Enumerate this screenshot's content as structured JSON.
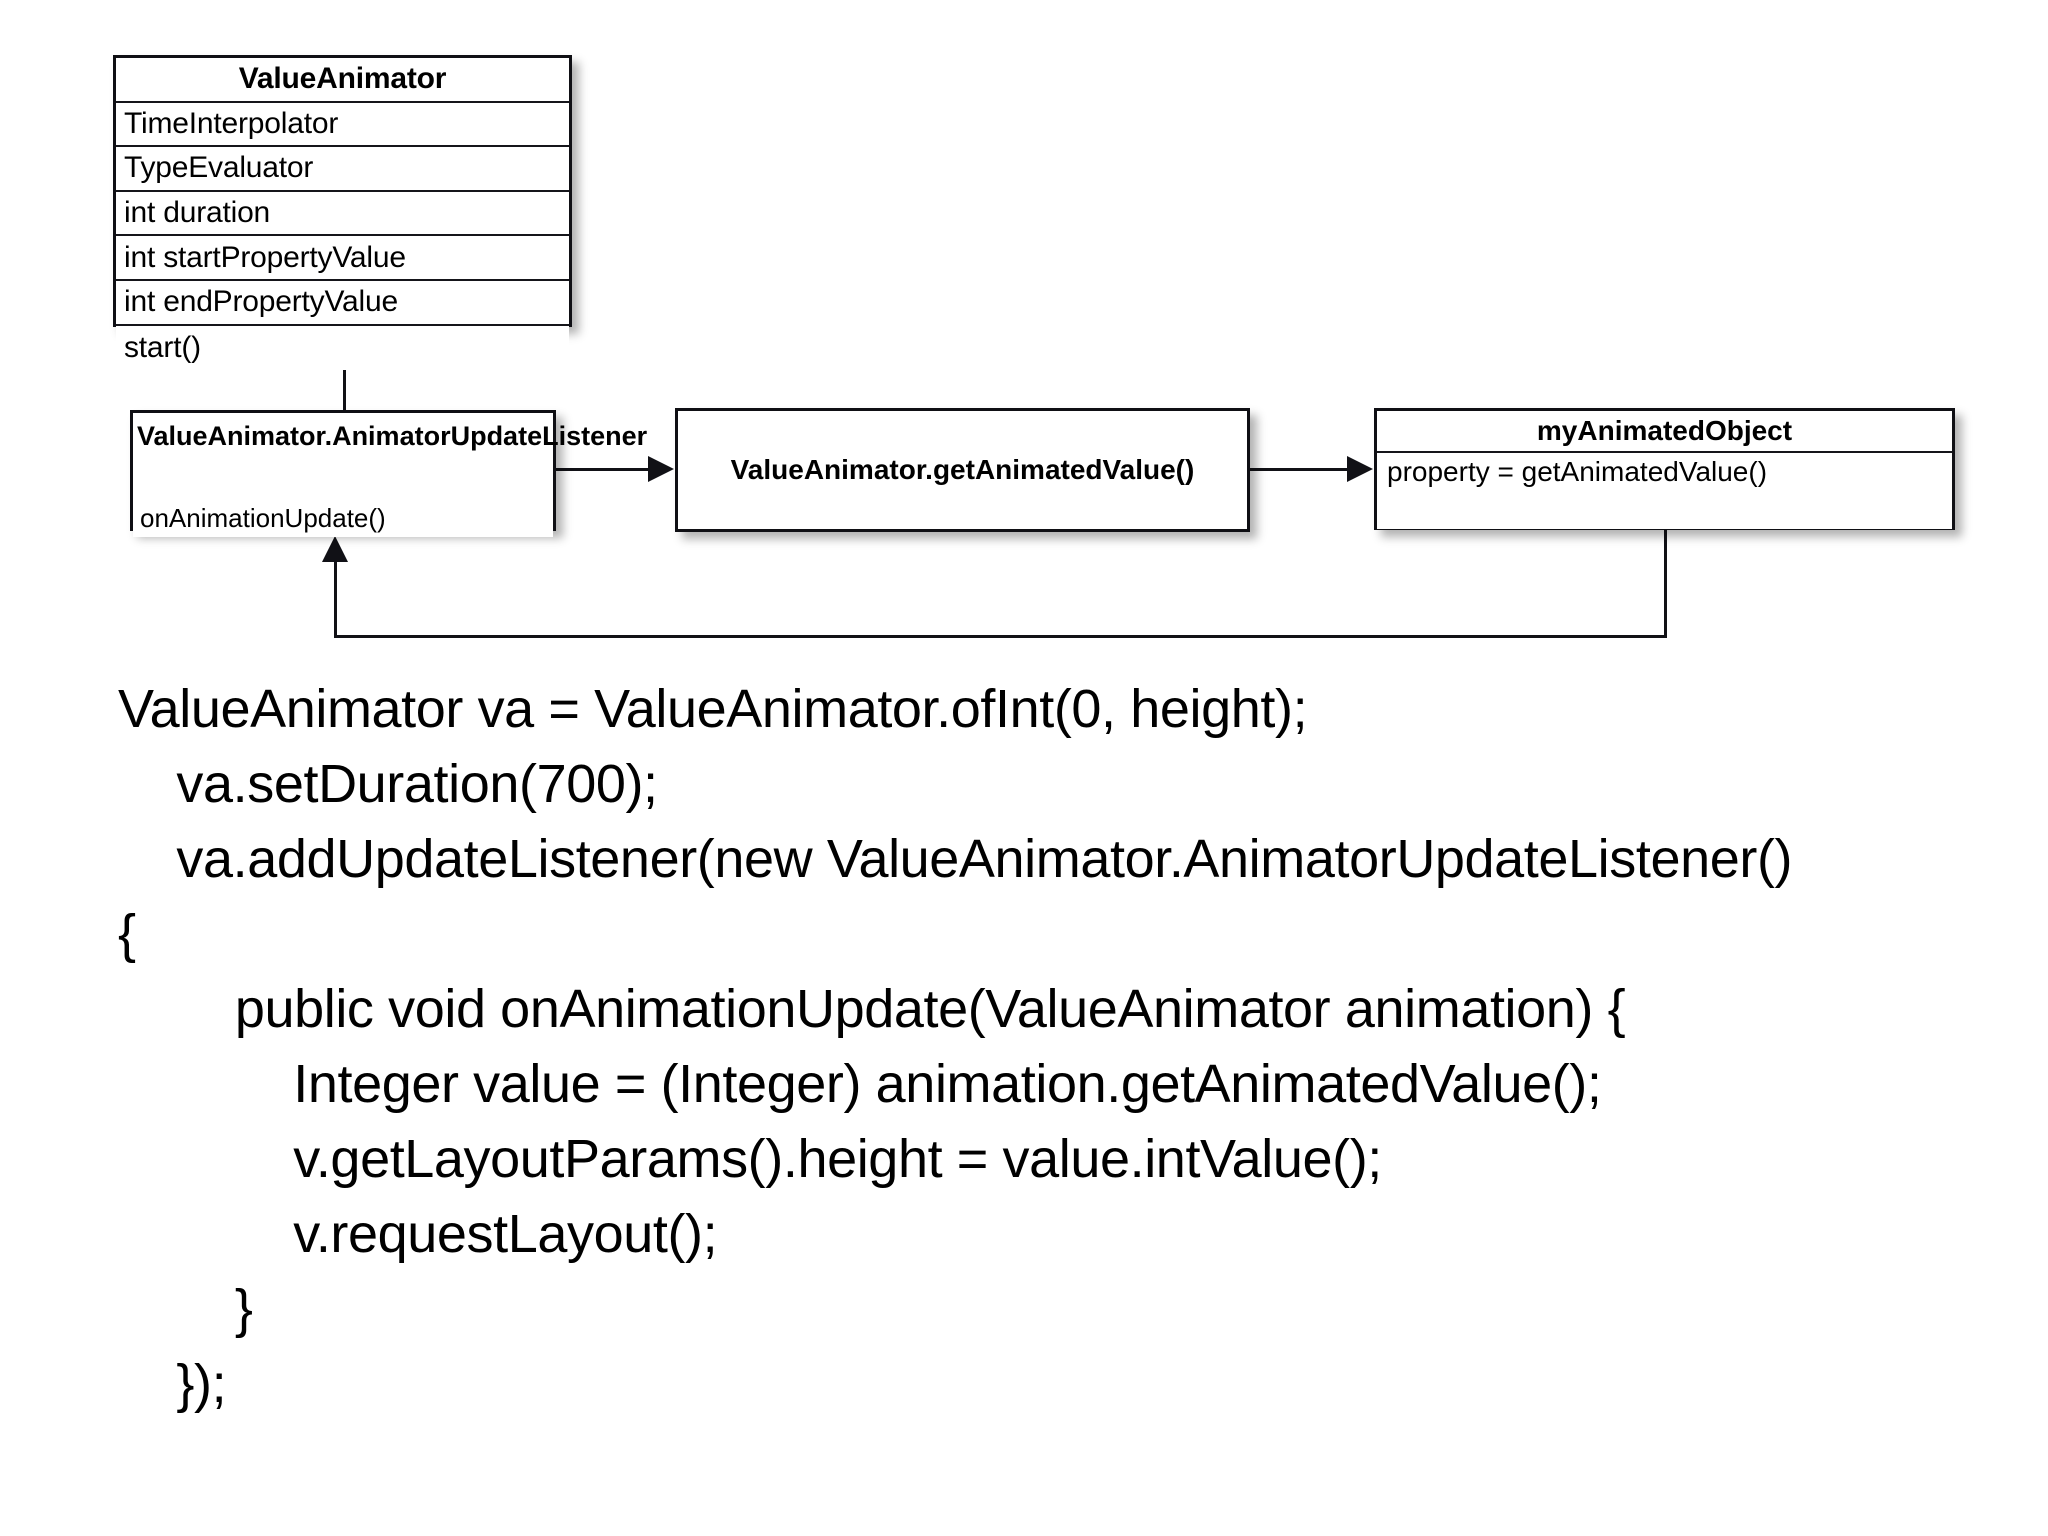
{
  "diagram": {
    "boxes": {
      "value_animator": {
        "title": "ValueAnimator",
        "rows": [
          "TimeInterpolator",
          "TypeEvaluator",
          "int duration",
          "int startPropertyValue",
          "int endPropertyValue",
          "start()"
        ]
      },
      "listener": {
        "title": "ValueAnimator.AnimatorUpdateListener",
        "rows": [
          "onAnimationUpdate()"
        ]
      },
      "get_animated_value": {
        "title": "ValueAnimator.getAnimatedValue()"
      },
      "my_animated_object": {
        "title": "myAnimatedObject",
        "rows": [
          "property = getAnimatedValue()"
        ]
      }
    },
    "connectors": [
      "value-animator-to-listener",
      "listener-to-get-animated-value",
      "get-animated-value-to-my-animated-object",
      "my-animated-object-feedback-to-listener"
    ]
  },
  "code": {
    "lines": [
      "ValueAnimator va = ValueAnimator.ofInt(0, height);",
      "    va.setDuration(700);",
      "    va.addUpdateListener(new ValueAnimator.AnimatorUpdateListener()",
      "{",
      "        public void onAnimationUpdate(ValueAnimator animation) {",
      "            Integer value = (Integer) animation.getAnimatedValue();",
      "            v.getLayoutParams().height = value.intValue();",
      "            v.requestLayout();",
      "        }",
      "    });"
    ]
  },
  "colors": {
    "background": "#ffffff",
    "stroke": "#111116",
    "text": "#000000"
  }
}
